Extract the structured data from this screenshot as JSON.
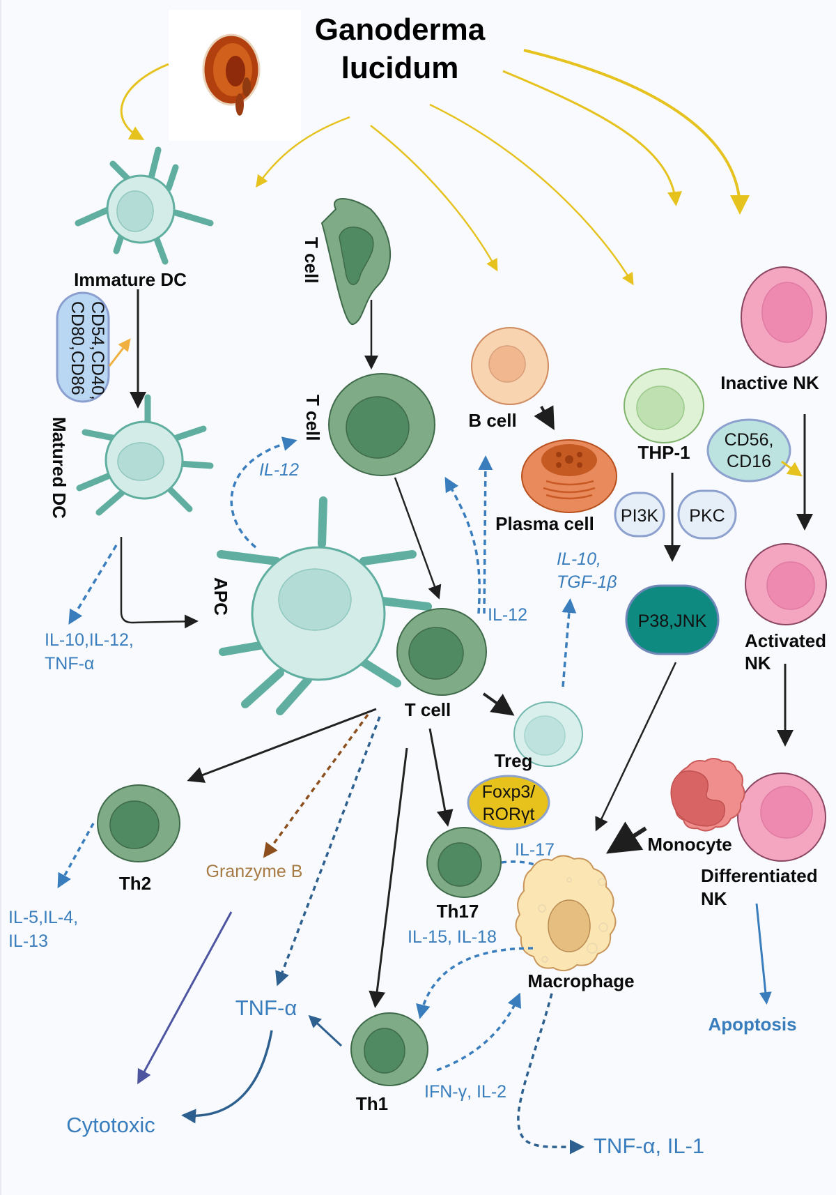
{
  "title": {
    "line1": "Ganoderma",
    "line2": "lucidum"
  },
  "source_image": {
    "semantic": "ganoderma-mushroom-image"
  },
  "cells": {
    "immature_dc": "Immature DC",
    "matured_dc": "Matured DC",
    "apc": "APC",
    "t_cell_naive": "T cell",
    "t_cell_round": "T cell",
    "t_cell_center": "T cell",
    "b_cell": "B cell",
    "plasma_cell": "Plasma cell",
    "thp1": "THP-1",
    "inactive_nk": "Inactive NK",
    "activated_nk_1": "Activated",
    "activated_nk_2": "NK",
    "differentiated_nk_1": "Differentiated",
    "differentiated_nk_2": "NK",
    "treg": "Treg",
    "th2": "Th2",
    "th17": "Th17",
    "th1": "Th1",
    "monocyte": "Monocyte",
    "macrophage": "Macrophage"
  },
  "markers": {
    "dc_markers_1": "CD54,CD40,",
    "dc_markers_2": "CD80,CD86",
    "nk_markers_1": "CD56,",
    "nk_markers_2": "CD16",
    "pi3k": "PI3K",
    "pkc": "PKC",
    "p38_jnk": "P38,JNK",
    "treg_tf_1": "Foxp3/",
    "treg_tf_2": "RORγt"
  },
  "cytokines": {
    "dc_out_1": "IL-10,IL-12,",
    "dc_out_2": "TNF-α",
    "apc_il12": "IL-12",
    "tcell_il12": "IL-12",
    "treg_out_1": "IL-10,",
    "treg_out_2": "TGF-1β",
    "th2_out_1": "IL-5,IL-4,",
    "th2_out_2": "IL-13",
    "granzyme": "Granzyme B",
    "th17_il17": "IL-17",
    "mac_il15_18": "IL-15, IL-18",
    "tnf_center": "TNF-α",
    "th1_ifn": "IFN-γ, IL-2",
    "mac_out": "TNF-α, IL-1",
    "cytotoxic": "Cytotoxic",
    "apoptosis": "Apoptosis"
  },
  "colors": {
    "ganoderma_arrow": "#e6c21f",
    "cytokine_blue": "#3a7dbd",
    "tcell_green": "#7fab87",
    "tcell_nucleus": "#4f8a63",
    "dc_teal": "#d3ebe8",
    "nk_pink": "#f4a6c0",
    "p38_teal": "#0f8a80",
    "treg_tf_yellow": "#e7c21c",
    "granzyme_brown": "#a77a43"
  }
}
